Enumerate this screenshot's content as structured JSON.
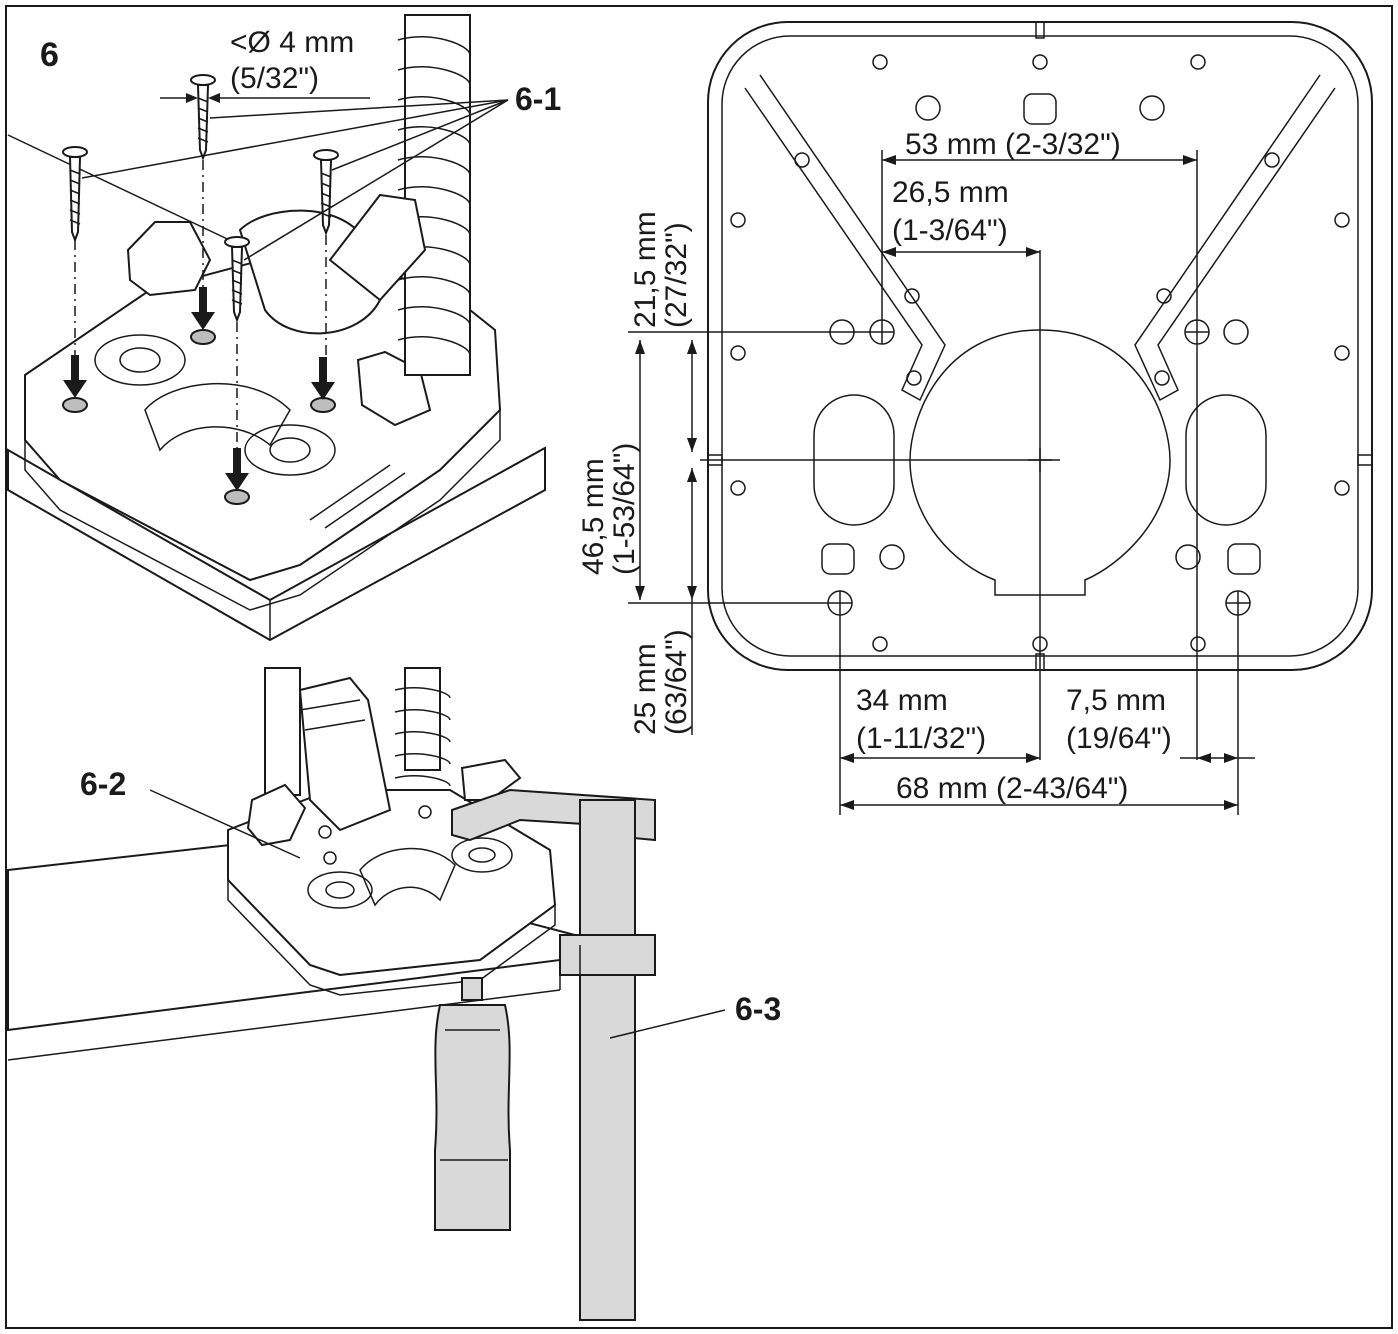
{
  "figure_number": "6",
  "screw_diameter": "<Ø 4 mm",
  "screw_diameter_imperial": "(5/32\")",
  "callouts": {
    "screws": "6-1",
    "base_plate": "6-2",
    "clamp": "6-3"
  },
  "dimensions": {
    "d53_label": "53 mm (2-3/32\")",
    "d26_5_label_mm": "26,5 mm",
    "d26_5_label_in": "(1-3/64\")",
    "d21_5_label_mm": "21,5 mm",
    "d21_5_label_in": "(27/32\")",
    "d46_5_label_mm": "46,5 mm",
    "d46_5_label_in": "(1-53/64\")",
    "d25_label_mm": "25 mm",
    "d25_label_in": "(63/64\")",
    "d34_label_mm": "34 mm",
    "d34_label_in": "(1-11/32\")",
    "d7_5_label_mm": "7,5 mm",
    "d7_5_label_in": "(19/64\")",
    "d68_label": "68 mm (2-43/64\")"
  }
}
